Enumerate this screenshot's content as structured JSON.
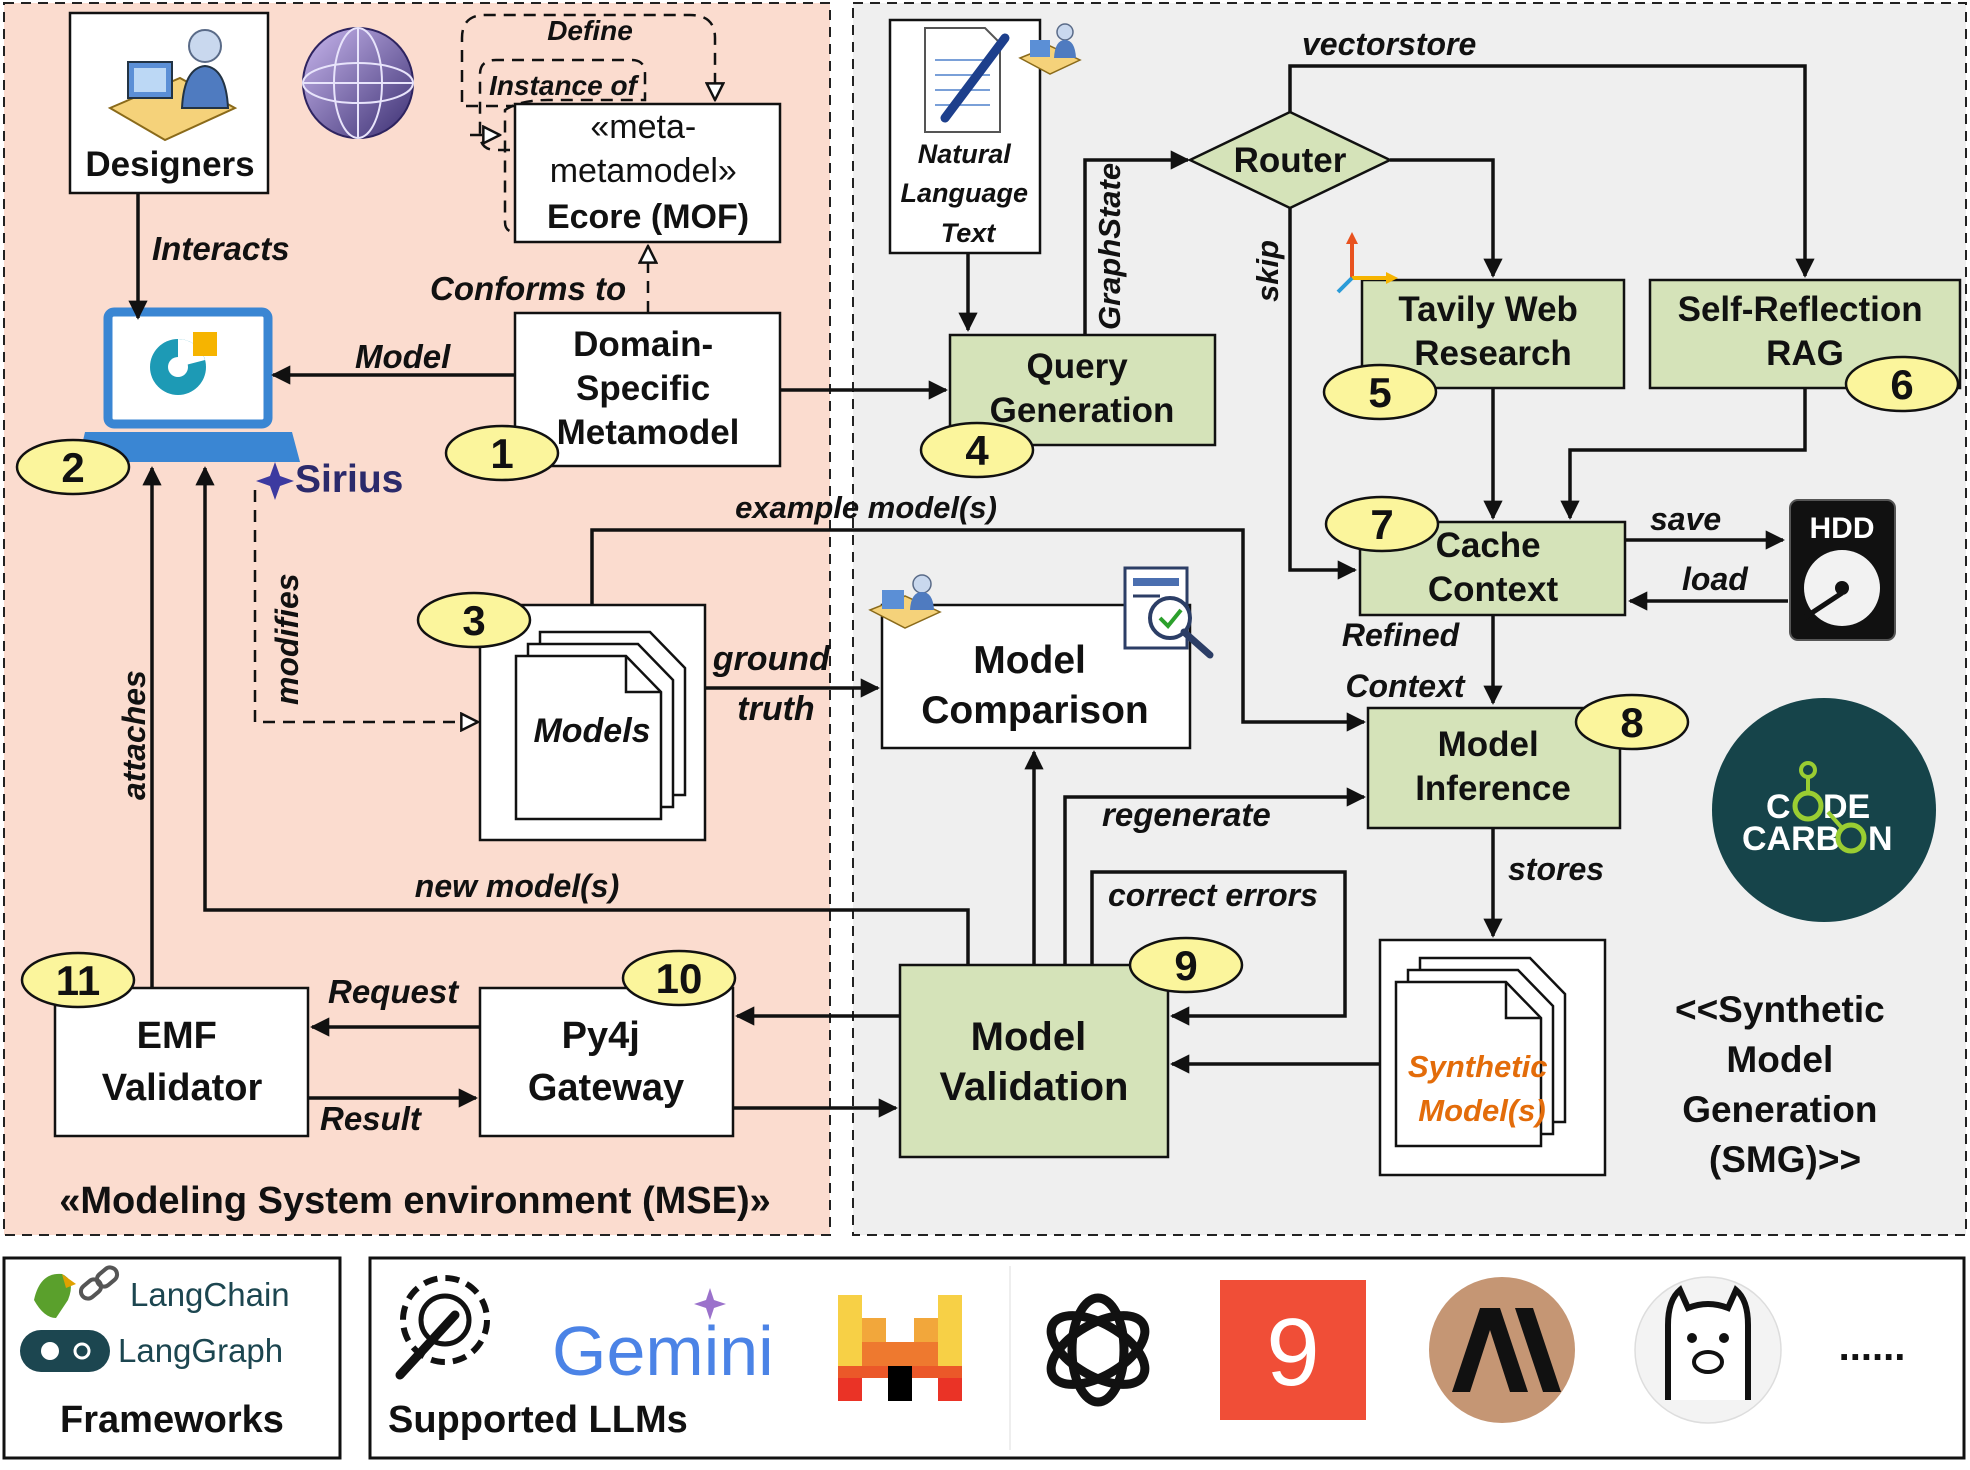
{
  "env": {
    "mse_title": "«Modeling System environment (MSE)»",
    "smg_title": [
      "<<Synthetic",
      "Model",
      "Generation",
      "(SMG)>>"
    ]
  },
  "nodes": {
    "designers": "Designers",
    "ecore": [
      "«meta-",
      "metamodel»",
      "Ecore (MOF)"
    ],
    "dsm": [
      "Domain-",
      "Specific",
      "Metamodel"
    ],
    "sirius": "Sirius",
    "nl_text": [
      "Natural",
      "Language",
      "Text"
    ],
    "query_gen": [
      "Query",
      "Generation"
    ],
    "router": "Router",
    "tavily": [
      "Tavily Web",
      "Research"
    ],
    "self_reflection": [
      "Self-Reflection",
      "RAG"
    ],
    "cache": [
      "Cache",
      "Context"
    ],
    "hdd": "HDD",
    "model_inference": [
      "Model",
      "Inference"
    ],
    "models": "Models",
    "model_comparison": [
      "Model",
      "Comparison"
    ],
    "synthetic": [
      "Synthetic",
      "Model(s)"
    ],
    "model_validation": [
      "Model",
      "Validation"
    ],
    "py4j": [
      "Py4j",
      "Gateway"
    ],
    "emf": [
      "EMF",
      "Validator"
    ],
    "codecarbon": [
      "C",
      "DE",
      "CARB",
      "N"
    ]
  },
  "edges": {
    "define": "Define",
    "instance_of": "Instance of",
    "interacts": "Interacts",
    "conforms_to": "Conforms to",
    "model": "Model",
    "modifies": "modifies",
    "attaches": "attaches",
    "graphstate": "GraphState",
    "vectorstore": "vectorstore",
    "skip": "skip",
    "example_models": "example model(s)",
    "save": "save",
    "load": "load",
    "refined_context": [
      "Refined",
      "Context"
    ],
    "ground_truth": [
      "ground",
      "truth"
    ],
    "regenerate": "regenerate",
    "correct_errors": "correct errors",
    "stores": "stores",
    "new_models": "new model(s)",
    "request": "Request",
    "result": "Result"
  },
  "badges": [
    "1",
    "2",
    "3",
    "4",
    "5",
    "6",
    "7",
    "8",
    "9",
    "10",
    "11"
  ],
  "frameworks": {
    "title": "Frameworks",
    "items": [
      "LangChain",
      "LangGraph"
    ]
  },
  "llms": {
    "title": "Supported LLMs",
    "gemini": "Gemini",
    "ellipsis": "......"
  },
  "colors": {
    "mse_bg": "#fbdccf",
    "smg_bg": "#efefef",
    "green_box": "#d5e3b9",
    "badge": "#fbf59c",
    "synthetic_text": "#e36c0a",
    "codecarbon_bg": "#16444a",
    "codecarbon_accent": "#9acd32",
    "sirius": "#2b2a6b"
  },
  "icons": [
    "designers-icon",
    "globe-icon",
    "laptop-icon",
    "document-pen-icon",
    "user-small-icon",
    "axes-icon",
    "magnifier-report-icon",
    "hdd-icon",
    "gear-wrench-icon",
    "mistral-icon",
    "openai-icon",
    "grok-icon",
    "anthropic-icon",
    "ollama-icon",
    "parrot-icon",
    "chain-icon",
    "langgraph-icon"
  ]
}
